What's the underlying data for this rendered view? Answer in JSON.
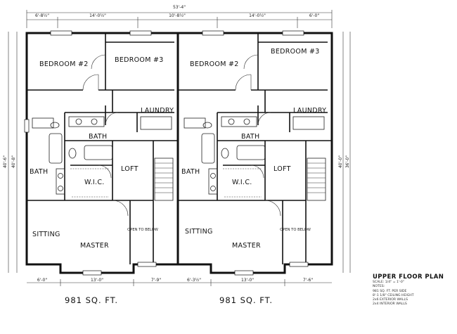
{
  "overall_dimension": "53'-4\"",
  "top_dimensions": [
    "6'-8½\"",
    "14'-0½\"",
    "10'-8½\"",
    "14'-0½\"",
    "6'-0\""
  ],
  "side_dimensions": {
    "left_outer": "40'-6\"",
    "left_inner": "40'-8\"",
    "right_inner": "40'-0\"",
    "right_outer": "36'-0\""
  },
  "units": [
    {
      "rooms": {
        "bedroom2": "BEDROOM #2",
        "bedroom3": "BEDROOM #3",
        "laundry": "LAUNDRY",
        "bath_upper": "BATH",
        "bath_lower": "BATH",
        "loft": "LOFT",
        "wic": "W.I.C.",
        "sitting": "SITTING",
        "master": "MASTER",
        "open_to_below": "OPEN TO BELOW"
      },
      "area_label": "981 SQ. FT.",
      "bottom_dimensions": [
        "6'-0\"",
        "13'-0\"",
        "7'-9\""
      ]
    },
    {
      "rooms": {
        "bedroom2": "BEDROOM #2",
        "bedroom3": "BEDROOM #3",
        "laundry": "LAUNDRY",
        "bath_upper": "BATH",
        "bath_lower": "BATH",
        "loft": "LOFT",
        "wic": "W.I.C.",
        "sitting": "SITTING",
        "master": "MASTER",
        "open_to_below": "OPEN TO BELOW"
      },
      "area_label": "981 SQ. FT.",
      "bottom_dimensions": [
        "6'-3½\"",
        "13'-0\"",
        "7'-6\""
      ]
    }
  ],
  "title_block": {
    "title": "UPPER FLOOR PLAN",
    "scale": "SCALE: 1/4\" = 1'-0\"",
    "notes_label": "NOTES:",
    "notes": [
      "981 SQ. FT. PER SIDE",
      "8'-1 1/8\" CEILING HEIGHT",
      "2x6 EXTERIOR WALLS",
      "2x4 INTERIOR WALLS"
    ]
  }
}
